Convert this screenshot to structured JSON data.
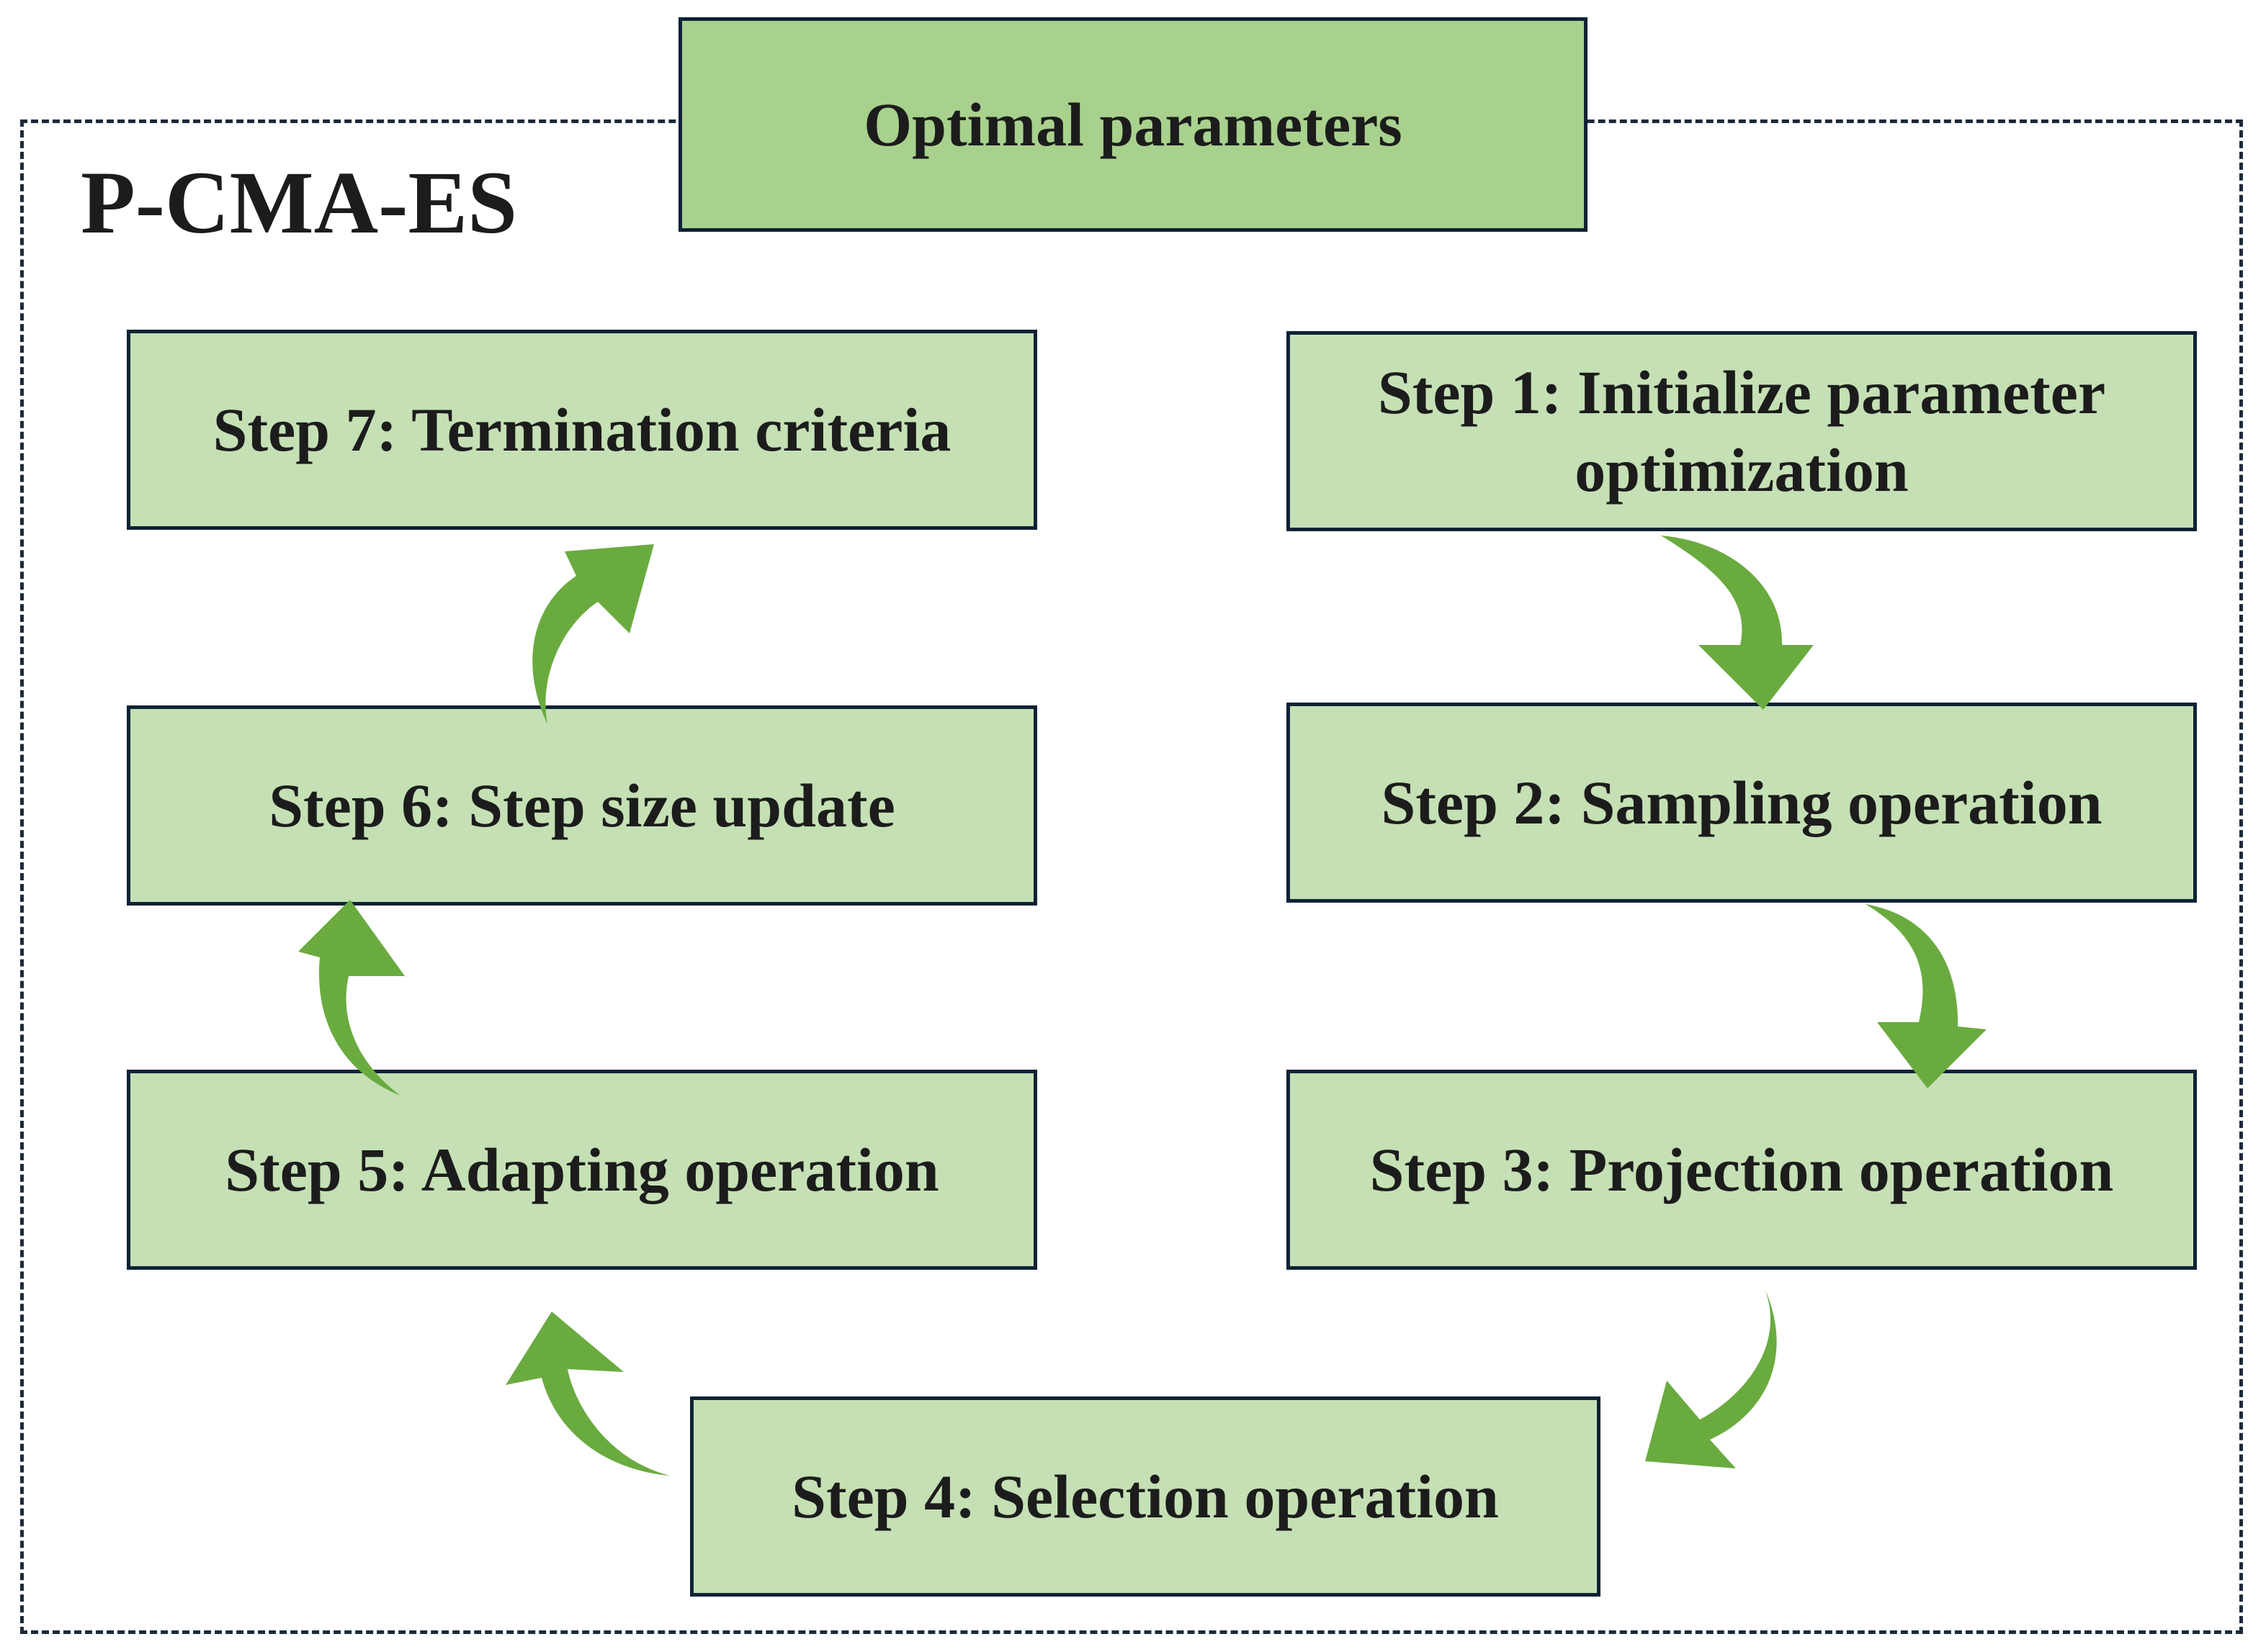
{
  "frame": {
    "title": "P-CMA-ES"
  },
  "output_box": {
    "label": "Optimal parameters"
  },
  "steps": [
    {
      "label": "Step 1: Initialize parameter optimization"
    },
    {
      "label": "Step 2: Sampling operation"
    },
    {
      "label": "Step 3: Projection operation"
    },
    {
      "label": "Step 4: Selection operation"
    },
    {
      "label": "Step 5: Adapting operation"
    },
    {
      "label": "Step 6: Step size update"
    },
    {
      "label": "Step 7: Termination criteria"
    }
  ],
  "colors": {
    "step_fill": "#c5e0b4",
    "output_fill": "#a9d18e",
    "arrow": "#6aab40",
    "border": "#0e2235"
  }
}
